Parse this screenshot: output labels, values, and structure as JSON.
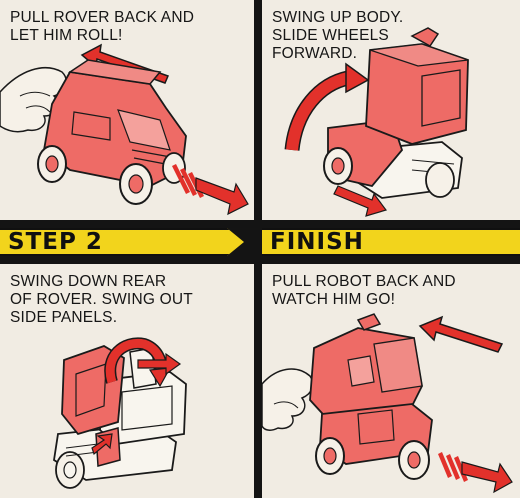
{
  "panels": {
    "step1": {
      "caption": "PULL ROVER BACK AND\nLET HIM ROLL!"
    },
    "step2_top": {
      "caption": "SWING UP BODY.\nSLIDE WHEELS\nFORWARD."
    },
    "step2": {
      "caption": "SWING DOWN REAR\nOF ROVER. SWING OUT\nSIDE PANELS."
    },
    "finish": {
      "caption": "PULL ROBOT BACK AND\nWATCH HIM GO!"
    }
  },
  "banners": {
    "step2_label": "STEP 2",
    "finish_label": "FINISH"
  },
  "colors": {
    "toy_red": "#ee6b66",
    "arrow_red": "#e2312b",
    "banner_yellow": "#f2d41c",
    "paper": "#f1ece3",
    "ink": "#161616"
  }
}
